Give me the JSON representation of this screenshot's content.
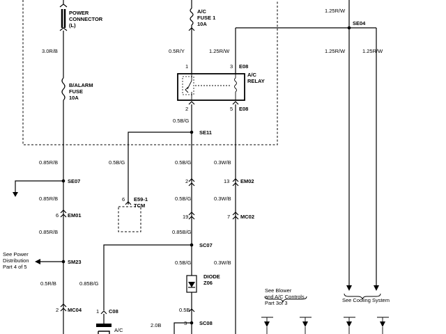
{
  "components": {
    "power_connector": "POWER\nCONNECTOR\n(L)",
    "ac_fuse": "A/C\nFUSE 1\n10A",
    "alarm_fuse": "B/ALARM\nFUSE\n10A",
    "ac_relay": "A/C\nRELAY",
    "tcm": "E59-1\nTCM",
    "diode": "DIODE\nZ06"
  },
  "wires": {
    "left_top": "3.0R/B",
    "relay_in": "0.5R/Y",
    "relay_in_r": "1.25R/W",
    "top_right": "1.25R/W",
    "se04_a": "1.25R/W",
    "se04_b": "1.25R/W",
    "relay_out": "0.5B/G",
    "se07_up": "0.85R/B",
    "tcm_wire": "0.5B/G",
    "em_left": "0.5B/G",
    "em_right": "0.3W/B",
    "em01_up": "0.85R/B",
    "mc_left": "0.5B/G",
    "mc_right": "0.3W/B",
    "em01_down": "0.85R/B",
    "sc07_up": "0.85B/G",
    "diode_up": "0.5B/G",
    "diode_right": "0.3W/B",
    "sm23_down": "0.5R/B",
    "c08_wire": "0.85B/G",
    "sc08_up": "0.5B",
    "sc08_left": "2.0B"
  },
  "splices": {
    "se04": "SE04",
    "se11": "SE11",
    "se07": "SE07",
    "sc07": "SC07",
    "sm23": "SM23",
    "sc08": "SC08"
  },
  "connectors": {
    "e08_top": "E08",
    "e08_bot": "E08",
    "em01": "EM01",
    "em02": "EM02",
    "mc02": "MC02",
    "mc04": "MC04",
    "c08": "C08"
  },
  "pins": {
    "r1": "1",
    "r3": "3",
    "r2": "2",
    "r5": "5",
    "tcm": "6",
    "em01": "6",
    "em02_l": "2",
    "em02_r": "13",
    "mc02_l": "19",
    "mc02_r": "7",
    "mc04": "2",
    "c08": "1",
    "sc08": "3"
  },
  "notes": {
    "power_dist": "See Power\nDistribution\nPart 4 of 5",
    "blower": "See Blower\nand A/C Controls\nPart 3of 3",
    "cooling": "See Cooling System",
    "ac_partial": "A/C"
  }
}
